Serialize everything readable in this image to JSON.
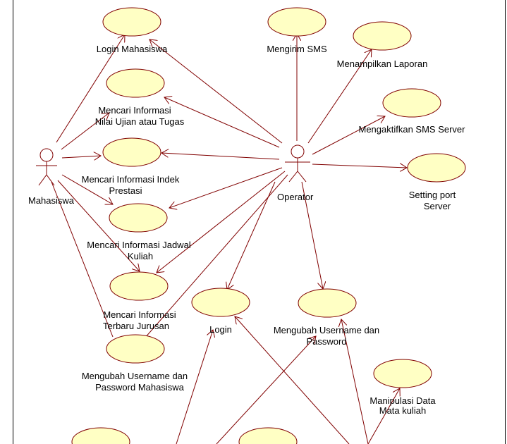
{
  "diagram": {
    "actors": {
      "mahasiswa": "Mahasiswa",
      "operator": "Operator"
    },
    "use_cases": {
      "login_mahasiswa": [
        "Login Mahasiswa"
      ],
      "mengirim_sms": [
        "Mengirim SMS"
      ],
      "menampilkan_laporan": [
        "Menampilkan Laporan"
      ],
      "mencari_nilai": [
        "Mencari Informasi",
        "Nilai Ujian atau Tugas"
      ],
      "mengaktifkan_sms": [
        "Mengaktifkan SMS Server"
      ],
      "mencari_indek": [
        "Mencari Informasi Indek",
        "Prestasi"
      ],
      "setting_port": [
        "Setting port",
        "Server"
      ],
      "mencari_jadwal": [
        "Mencari Informasi Jadwal",
        "Kuliah"
      ],
      "mencari_jurusan": [
        "Mencari Informasi",
        "Terbaru Jurusan"
      ],
      "login": [
        "Login"
      ],
      "mengubah_username": [
        "Mengubah Username dan",
        "Password"
      ],
      "mengubah_username_mhs": [
        "Mengubah Username dan",
        "Password Mahasiswa"
      ],
      "manipulasi_data": [
        "Manipulasi Data",
        "Mata kuliah"
      ]
    },
    "colors": {
      "use_case_fill": "#ffffc4",
      "line": "#800000"
    }
  }
}
